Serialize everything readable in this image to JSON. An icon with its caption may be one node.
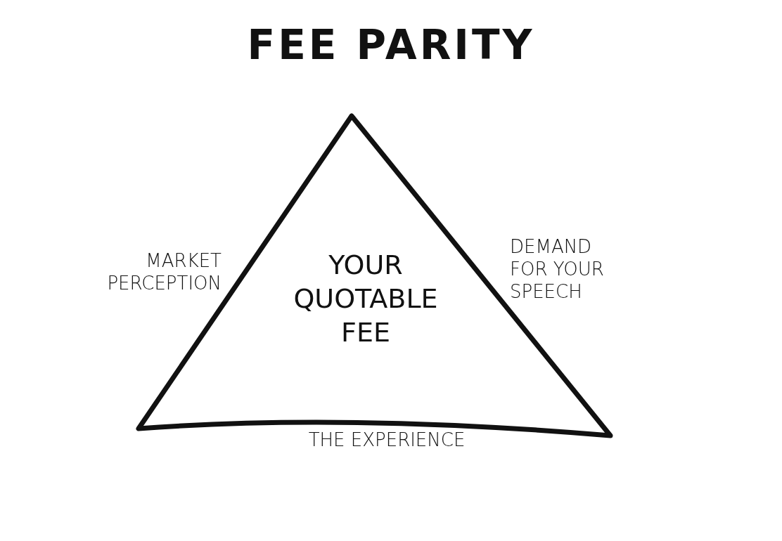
{
  "diagram": {
    "title": "FEE PARITY",
    "nodes": [
      {
        "text": [
          "YOUR QUOTABLE FEE"
        ]
      }
    ],
    "labels": [
      "MARKET PERCEPTION",
      "DEMAND FOR YOUR SPEECH",
      "THE EXPERIENCE"
    ]
  }
}
